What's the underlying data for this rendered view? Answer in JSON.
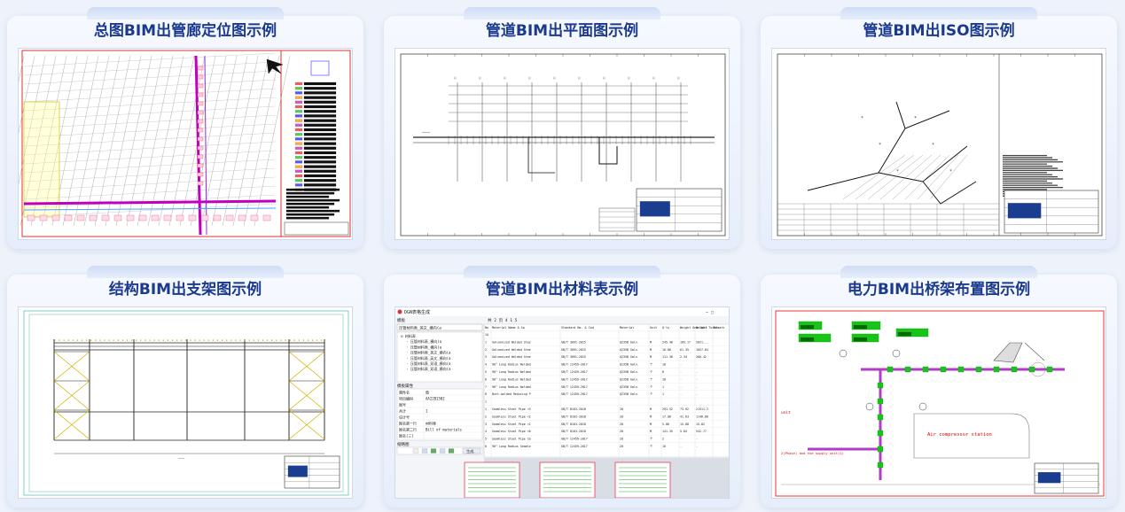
{
  "cards": [
    {
      "title": "总图BIM出管廊定位图示例"
    },
    {
      "title": "管道BIM出平面图示例"
    },
    {
      "title": "管道BIM出ISO图示例"
    },
    {
      "title": "结构BIM出支架图示例"
    },
    {
      "title": "管道BIM出材料表示例"
    },
    {
      "title": "电力BIM出桥架布置图示例"
    }
  ],
  "material_window": {
    "title": "DGN表格生成",
    "menu": "模板",
    "dropdown": "压管材料表_英文_横向(a",
    "tree": [
      "材料表",
      "压管材料表_横向(a",
      "压管材料表_横向(a",
      "压管材料表_英文_横向(a",
      "压管材料表_英文_横向(a",
      "压管材料表_双语_横向(a",
      "压管材料表_双语_横向(a"
    ],
    "props_header": "模板属性",
    "props": [
      [
        "属性名",
        "值"
      ],
      [
        "项目编码",
        "AA22B1502"
      ],
      [
        "图号",
        ""
      ],
      [
        "共计",
        "1"
      ],
      [
        "设计号",
        ""
      ],
      [
        "图名第一行",
        "材料表"
      ],
      [
        "图名第二行",
        "Bill of materials"
      ],
      [
        "图名(三)",
        ""
      ]
    ],
    "preview_label": "缩略图",
    "generate_btn": "生成",
    "pager": "共 2 页 4 1 5",
    "columns": [
      "No",
      "Material Name & Specification",
      "Standard No. & Code No.",
      "Material",
      "Unit",
      "Q'ty",
      "Weight One Unit",
      "Weight Total",
      "Remark"
    ],
    "rows": [
      [
        "1A",
        "",
        "",
        "",
        "",
        "",
        "",
        "",
        ""
      ],
      [
        "1",
        "Galvanized Welded Steel Pipe <457...",
        "GB/T 3091-2015",
        "Q235B Galv.",
        "M",
        "245.40",
        "105.17",
        "2621...",
        ""
      ],
      [
        "2",
        "Galvanized Welded Steel Pipe <273...",
        "GB/T 3091-2015",
        "Q235B Galv.",
        "M",
        "16.86",
        "61.35",
        "1057.84",
        ""
      ],
      [
        "3",
        "Galvanized Welded Steel Pipe <11.7...",
        "GB/T 3091-2015",
        "Q235B Galv.",
        "M",
        "111.36",
        "2.34",
        "260.42",
        ""
      ],
      [
        "4",
        "90° Long Radius Welded Elbows (R15...",
        "GB/T 12459-2017",
        "Q235B Galv.",
        "个",
        "10",
        "-",
        "-",
        ""
      ],
      [
        "5",
        "90° Long Radius Welded Elbows (R15...",
        "GB/T 12459-2017",
        "Q235B Galv.",
        "个",
        "6",
        "-",
        "-",
        ""
      ],
      [
        "6",
        "90° Long Radius Welded Elbows (R15...",
        "GB/T 12459-2017",
        "Q235B Galv.",
        "个",
        "10",
        "-",
        "-",
        ""
      ],
      [
        "7",
        "90° Long Radius Welded Elbows (R15...",
        "GB/T 12459-2017",
        "Q235B Galv.",
        "个",
        "1",
        "-",
        "-",
        ""
      ],
      [
        "8",
        "Butt-welded Reducing Pipe Tee (P15...",
        "GB/T 12459-2017",
        "Q235B Galv.",
        "个",
        "1",
        "-",
        "-",
        ""
      ],
      [
        "1",
        "",
        "",
        "",
        "",
        "",
        "",
        "",
        ""
      ],
      [
        "1",
        "Seamless Steel Pipe <323.9*8.8",
        "GB/T 8163-2018",
        "20",
        "M",
        "291.52",
        "73.92",
        "21511.2",
        ""
      ],
      [
        "2",
        "Seamless Steel Pipe <219.1*8",
        "GB/T 8163-2018",
        "20",
        "M",
        "17.86",
        "41.63",
        "1146.86",
        ""
      ],
      [
        "3",
        "Seamless Steel Pipe <114.3*6",
        "GB/T 8163-2018",
        "20",
        "M",
        "5.86",
        "15.88",
        "15.82",
        ""
      ],
      [
        "4",
        "Seamless Steel Pipe <60.3*3.9",
        "GB/T 8163-2018",
        "20",
        "M",
        "141.35",
        "5.84",
        "542.77",
        ""
      ],
      [
        "5",
        "Seamless Steel Pipe Cap CPA19-SR600-150 2",
        "GB/T 12459-2017",
        "20",
        "个",
        "2",
        "-",
        "-",
        ""
      ],
      [
        "6",
        "90° Long Radius Seamless Elbows (R...",
        "GB/T 12459-2017",
        "20",
        "个",
        "10",
        "-",
        "-",
        ""
      ]
    ]
  },
  "power_labels": [
    "Air compressor station",
    "unit",
    "2(Phase) and the supply unit(1)"
  ],
  "colors": {
    "title": "#1b3a8e",
    "accent": "#2f6fe0",
    "cad_green": "#17c417",
    "cad_magenta": "#b03cc8"
  }
}
